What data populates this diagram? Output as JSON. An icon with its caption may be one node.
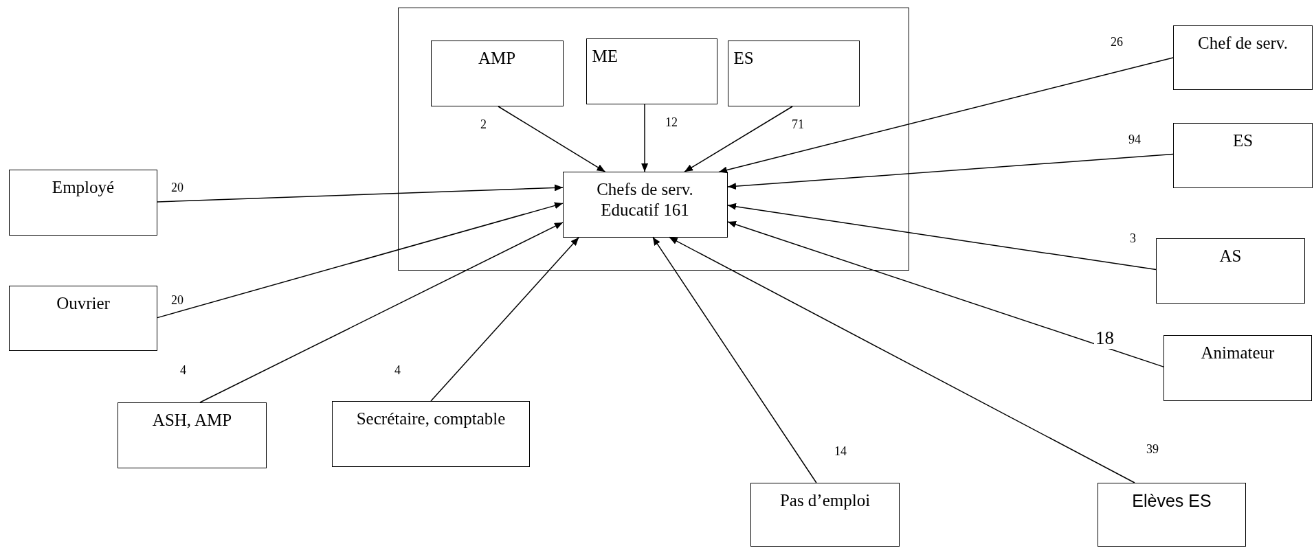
{
  "diagram": {
    "nodes": [
      {
        "text": [],
        "shape": "box"
      },
      {
        "text": [
          "AMP"
        ],
        "in": 0
      },
      {
        "text": [
          "ME"
        ],
        "in": 0
      },
      {
        "text": [
          "ES"
        ],
        "in": 0
      },
      {
        "text": [
          "Chefs de serv. Educatif 161"
        ],
        "in": 0
      },
      {
        "text": [
          "Chef de serv."
        ]
      },
      {
        "text": [
          "ES"
        ]
      },
      {
        "text": [
          "Employé"
        ]
      },
      {
        "text": [
          "AS"
        ]
      },
      {
        "text": [
          "Ouvrier"
        ]
      },
      {
        "text": [
          "Animateur"
        ]
      },
      {
        "text": [
          "ASH, AMP"
        ]
      },
      {
        "text": [
          "Secrétaire, comptable"
        ]
      },
      {
        "text": [
          "Pas d’emploi"
        ]
      },
      {
        "text": [
          "Elèves ES"
        ]
      }
    ],
    "edges": [
      {
        "from": 1,
        "to": 4,
        "arrow": "to",
        "label": "2"
      },
      {
        "from": 2,
        "to": 4,
        "arrow": "to",
        "label": "12"
      },
      {
        "from": 3,
        "to": 4,
        "arrow": "to",
        "label": "71"
      },
      {
        "from": 5,
        "to": 4,
        "arrow": "to",
        "label": "26"
      },
      {
        "from": 6,
        "to": 4,
        "arrow": "to",
        "label": "94"
      },
      {
        "from": 7,
        "to": 4,
        "arrow": "to",
        "label": "20"
      },
      {
        "from": 8,
        "to": 4,
        "arrow": "to",
        "label": "3"
      },
      {
        "from": 9,
        "to": 4,
        "arrow": "to",
        "label": "20"
      },
      {
        "from": 10,
        "to": 4,
        "arrow": "to",
        "label": "18"
      },
      {
        "from": 11,
        "to": 4,
        "arrow": "to",
        "label": "4"
      },
      {
        "from": 12,
        "to": 4,
        "arrow": "to",
        "label": "4"
      },
      {
        "from": 13,
        "to": 4,
        "arrow": "to",
        "label": "14"
      },
      {
        "from": 14,
        "to": 4,
        "arrow": "to",
        "label": "39"
      }
    ]
  }
}
